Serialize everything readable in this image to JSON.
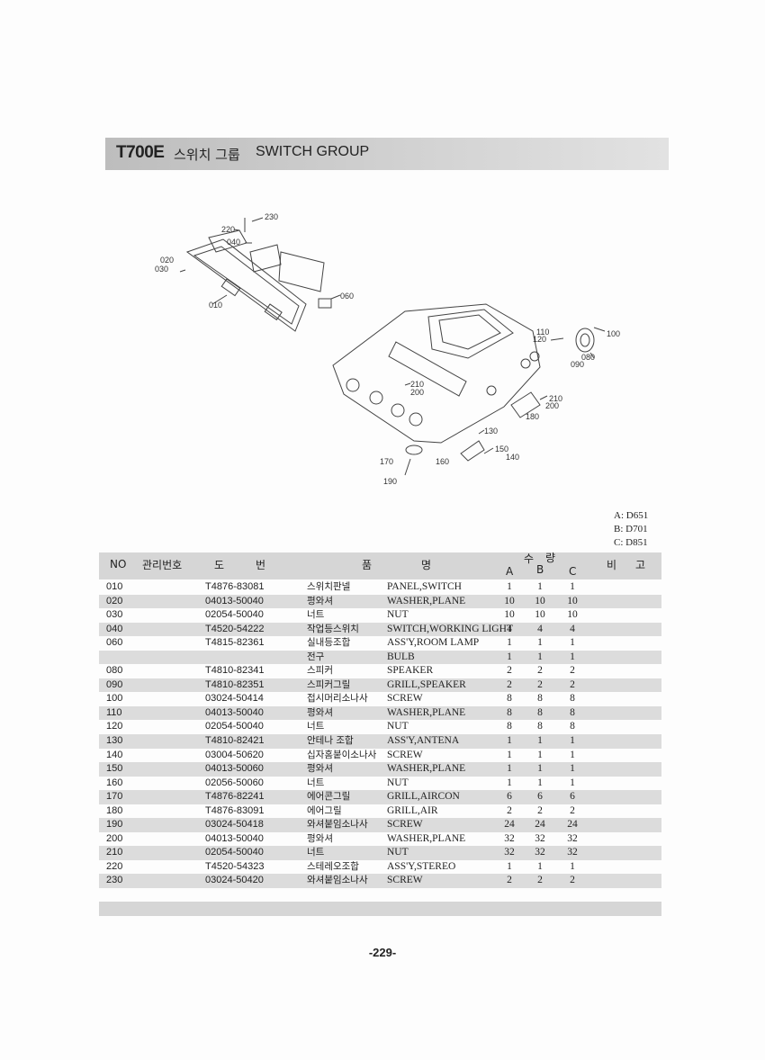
{
  "header": {
    "code": "T700E",
    "title_ko": "스위치 그룹",
    "title_en": "SWITCH GROUP"
  },
  "diagram": {
    "callouts": [
      "230",
      "220",
      "040",
      "020",
      "030",
      "010",
      "060",
      "110",
      "120",
      "100",
      "080",
      "090",
      "210",
      "200",
      "210",
      "200",
      "180",
      "130",
      "150",
      "140",
      "170",
      "160",
      "190"
    ]
  },
  "legend": [
    "A: D651",
    "B: D701",
    "C: D851"
  ],
  "table": {
    "headers": {
      "no": "NO",
      "mgmt": "관리번호",
      "drawing_1": "도",
      "drawing_2": "번",
      "name_1": "품",
      "name_2": "명",
      "qty_1": "수",
      "qty_2": "량",
      "a": "A",
      "b": "B",
      "c": "C",
      "remark_1": "비",
      "remark_2": "고"
    },
    "rows": [
      {
        "no": "010",
        "drawing": "T4876-83081",
        "name_ko": "스위치판넬",
        "name_en": "PANEL,SWITCH",
        "a": "1",
        "b": "1",
        "c": "1"
      },
      {
        "no": "020",
        "drawing": "04013-50040",
        "name_ko": "평와셔",
        "name_en": "WASHER,PLANE",
        "a": "10",
        "b": "10",
        "c": "10"
      },
      {
        "no": "030",
        "drawing": "02054-50040",
        "name_ko": "너트",
        "name_en": "NUT",
        "a": "10",
        "b": "10",
        "c": "10"
      },
      {
        "no": "040",
        "drawing": "T4520-54222",
        "name_ko": "작업등스위치",
        "name_en": "SWITCH,WORKING LIGHT",
        "a": "4",
        "b": "4",
        "c": "4"
      },
      {
        "no": "060",
        "drawing": "T4815-82361",
        "name_ko": "실내등조합",
        "name_en": "ASS'Y,ROOM LAMP",
        "a": "1",
        "b": "1",
        "c": "1"
      },
      {
        "no": "",
        "drawing": "",
        "name_ko": "전구",
        "name_en": "BULB",
        "a": "1",
        "b": "1",
        "c": "1"
      },
      {
        "no": "080",
        "drawing": "T4810-82341",
        "name_ko": "스피커",
        "name_en": "SPEAKER",
        "a": "2",
        "b": "2",
        "c": "2"
      },
      {
        "no": "090",
        "drawing": "T4810-82351",
        "name_ko": "스피커그릴",
        "name_en": "GRILL,SPEAKER",
        "a": "2",
        "b": "2",
        "c": "2"
      },
      {
        "no": "100",
        "drawing": "03024-50414",
        "name_ko": "접시머리소나사",
        "name_en": "SCREW",
        "a": "8",
        "b": "8",
        "c": "8"
      },
      {
        "no": "110",
        "drawing": "04013-50040",
        "name_ko": "평와셔",
        "name_en": "WASHER,PLANE",
        "a": "8",
        "b": "8",
        "c": "8"
      },
      {
        "no": "120",
        "drawing": "02054-50040",
        "name_ko": "너트",
        "name_en": "NUT",
        "a": "8",
        "b": "8",
        "c": "8"
      },
      {
        "no": "130",
        "drawing": "T4810-82421",
        "name_ko": "안테나 조합",
        "name_en": "ASS'Y,ANTENA",
        "a": "1",
        "b": "1",
        "c": "1"
      },
      {
        "no": "140",
        "drawing": "03004-50620",
        "name_ko": "십자홈붙이소나사",
        "name_en": "SCREW",
        "a": "1",
        "b": "1",
        "c": "1"
      },
      {
        "no": "150",
        "drawing": "04013-50060",
        "name_ko": "평와셔",
        "name_en": "WASHER,PLANE",
        "a": "1",
        "b": "1",
        "c": "1"
      },
      {
        "no": "160",
        "drawing": "02056-50060",
        "name_ko": "너트",
        "name_en": "NUT",
        "a": "1",
        "b": "1",
        "c": "1"
      },
      {
        "no": "170",
        "drawing": "T4876-82241",
        "name_ko": "에어콘그릴",
        "name_en": "GRILL,AIRCON",
        "a": "6",
        "b": "6",
        "c": "6"
      },
      {
        "no": "180",
        "drawing": "T4876-83091",
        "name_ko": "에어그릴",
        "name_en": "GRILL,AIR",
        "a": "2",
        "b": "2",
        "c": "2"
      },
      {
        "no": "190",
        "drawing": "03024-50418",
        "name_ko": "와셔붙임소나사",
        "name_en": "SCREW",
        "a": "24",
        "b": "24",
        "c": "24"
      },
      {
        "no": "200",
        "drawing": "04013-50040",
        "name_ko": "평와셔",
        "name_en": "WASHER,PLANE",
        "a": "32",
        "b": "32",
        "c": "32"
      },
      {
        "no": "210",
        "drawing": "02054-50040",
        "name_ko": "너트",
        "name_en": "NUT",
        "a": "32",
        "b": "32",
        "c": "32"
      },
      {
        "no": "220",
        "drawing": "T4520-54323",
        "name_ko": "스테레오조합",
        "name_en": "ASS'Y,STEREO",
        "a": "1",
        "b": "1",
        "c": "1"
      },
      {
        "no": "230",
        "drawing": "03024-50420",
        "name_ko": "와셔붙임소나사",
        "name_en": "SCREW",
        "a": "2",
        "b": "2",
        "c": "2"
      }
    ]
  },
  "page_number": "-229-"
}
